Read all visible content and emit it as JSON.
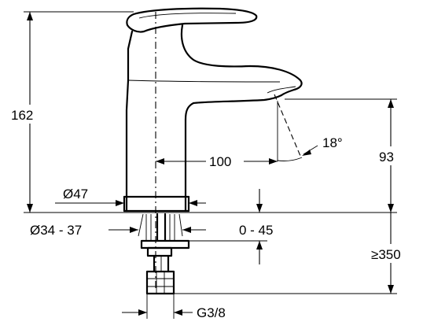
{
  "dimensions": {
    "total_height": "162",
    "spout_reach": "100",
    "spout_angle": "18°",
    "spout_height": "93",
    "body_diameter": "Ø47",
    "hole_diameter": "Ø34 - 37",
    "deck_thickness": "0 - 45",
    "min_clearance": "≥350",
    "connection": "G3/8"
  }
}
